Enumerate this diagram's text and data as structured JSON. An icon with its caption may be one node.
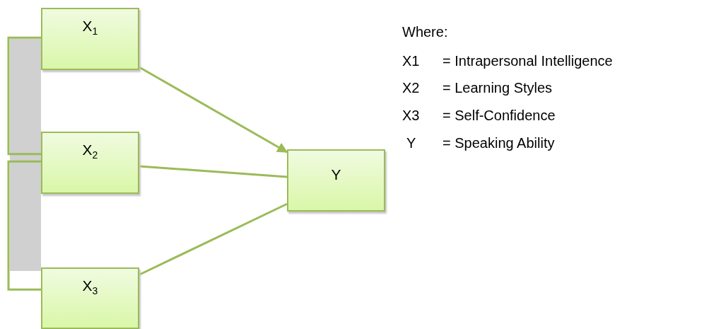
{
  "diagram": {
    "nodes": [
      {
        "text": [
          "X$_{1}$"
        ]
      },
      {
        "text": [
          "X$_{2}$"
        ]
      },
      {
        "text": [
          "X$_{3}$"
        ]
      },
      {
        "text": [
          "Y"
        ]
      }
    ],
    "edges": [
      {
        "from": 0,
        "to": 3,
        "arrow": "to"
      },
      {
        "from": 1,
        "to": 3,
        "arrow": "none"
      },
      {
        "from": 2,
        "to": 3,
        "arrow": "none"
      },
      {
        "from": 0,
        "to": 1,
        "arrow": "none"
      },
      {
        "from": 1,
        "to": 2,
        "arrow": "none"
      }
    ],
    "labels": [
      "Where:",
      "X1",
      "= Intrapersonal Intelligence",
      "X2",
      "= Learning Styles",
      "X3",
      "= Self-Confidence",
      "Y",
      "= Speaking Ability"
    ]
  }
}
